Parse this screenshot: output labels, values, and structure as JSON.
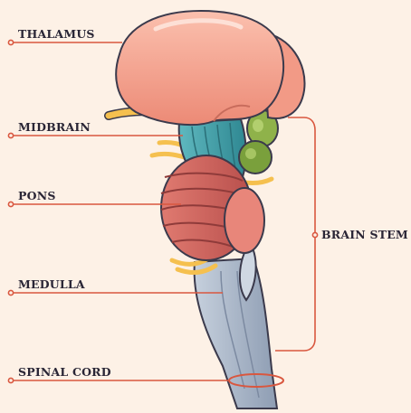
{
  "labels": {
    "thalamus": "THALAMUS",
    "midbrain": "MIDBRAIN",
    "pons": "PONS",
    "medulla": "MEDULLA",
    "spinal_cord": "SPINAL CORD",
    "brain_stem": "BRAIN STEM"
  },
  "colors": {
    "background": "#fdf1e6",
    "leader_line": "#d9573f",
    "label_text": "#2a2636",
    "thalamus": "#f7a893",
    "midbrain": "#4aa6b0",
    "pons": "#d1675f",
    "medulla": "#aab7c8",
    "cerebellar_lobes": "#8fb24a",
    "nerves": "#f5c04f"
  }
}
